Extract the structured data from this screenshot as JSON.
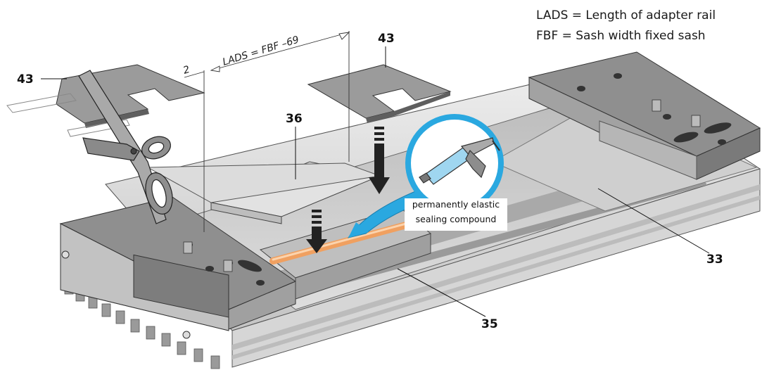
{
  "legend": {
    "line1": "LADS = Length of adapter rail",
    "line2": "FBF = Sash width fixed sash"
  },
  "dimension": {
    "main": "LADS = FBF –69",
    "small": "2"
  },
  "part_labels": {
    "p43_left": "43",
    "p43_top": "43",
    "p36": "36",
    "p33": "33",
    "p35": "35"
  },
  "callout": {
    "line1": "permanently elastic",
    "line2": "sealing compound"
  },
  "colors": {
    "plate_top": "#9b9b9b",
    "plate_dark": "#6f6f6f",
    "rail_light": "#e3e3e3",
    "rail_mid": "#c9c9c9",
    "rail_dark": "#8a8a8a",
    "bubble": "#2aa8e0",
    "sealant": "#f0a060"
  },
  "icons": {
    "scissors": "scissors-icon",
    "gun": "caulking-gun-icon",
    "arrow": "down-arrow-icon"
  }
}
